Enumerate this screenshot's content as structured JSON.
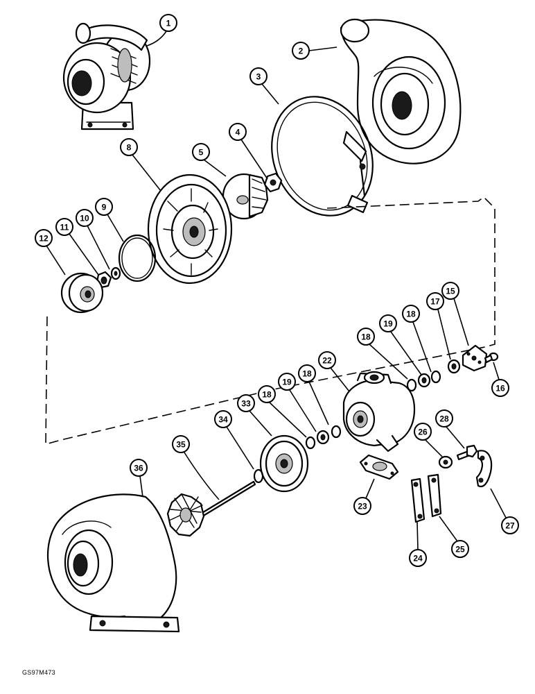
{
  "reference_code": "GS97M473",
  "callouts": [
    "1",
    "2",
    "3",
    "4",
    "5",
    "8",
    "9",
    "10",
    "11",
    "12",
    "15",
    "16",
    "17",
    "18",
    "19",
    "18",
    "22",
    "18",
    "19",
    "18",
    "33",
    "34",
    "35",
    "36",
    "23",
    "24",
    "25",
    "26",
    "27",
    "28"
  ]
}
